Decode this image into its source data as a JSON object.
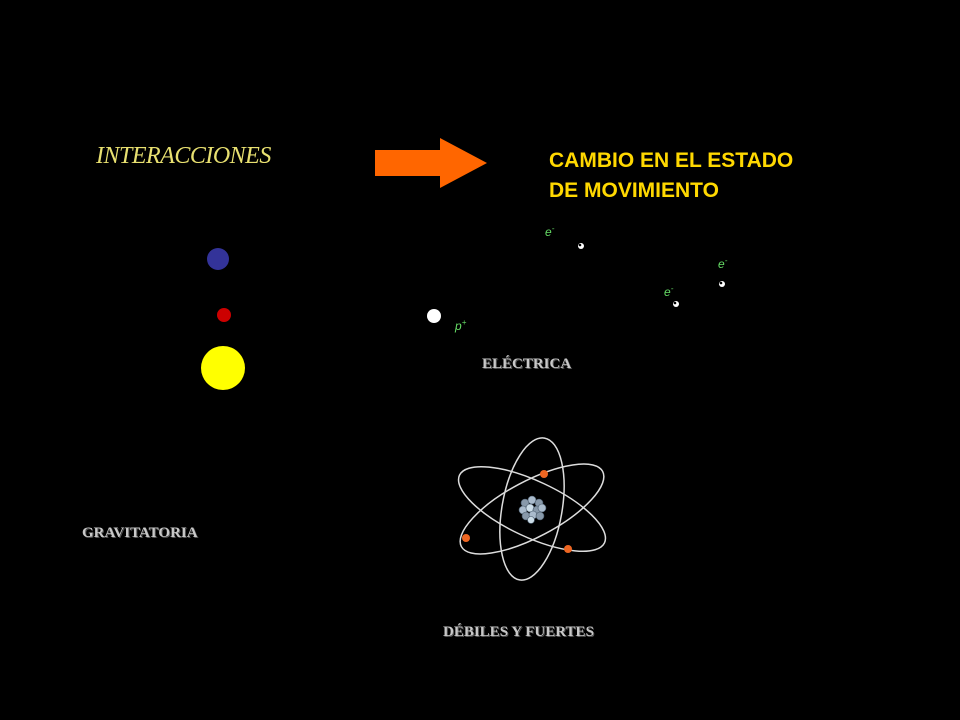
{
  "header": {
    "left_title": "INTERACCIONES",
    "right_title_line1": "CAMBIO EN EL ESTADO",
    "right_title_line2": "DE MOVIMIENTO",
    "arrow_color": "#ff6600"
  },
  "sections": {
    "gravitatoria": "GRAVITATORIA",
    "electrica": "ELÉCTRICA",
    "debiles_fuertes": "DÉBILES Y FUERTES"
  },
  "particles": {
    "electron_label": "e",
    "electron_charge": "-",
    "proton_label": "p",
    "proton_charge": "+"
  },
  "colors": {
    "background": "#000000",
    "gravity_large": "#333399",
    "gravity_small": "#cc0000",
    "gravity_sun": "#ffff00",
    "proton": "#ffffff",
    "electron_orbit_particles": "#ee6622",
    "nucleus": "#8899aa",
    "label_green": "#66dd66",
    "title_yellow": "#ffd800"
  }
}
